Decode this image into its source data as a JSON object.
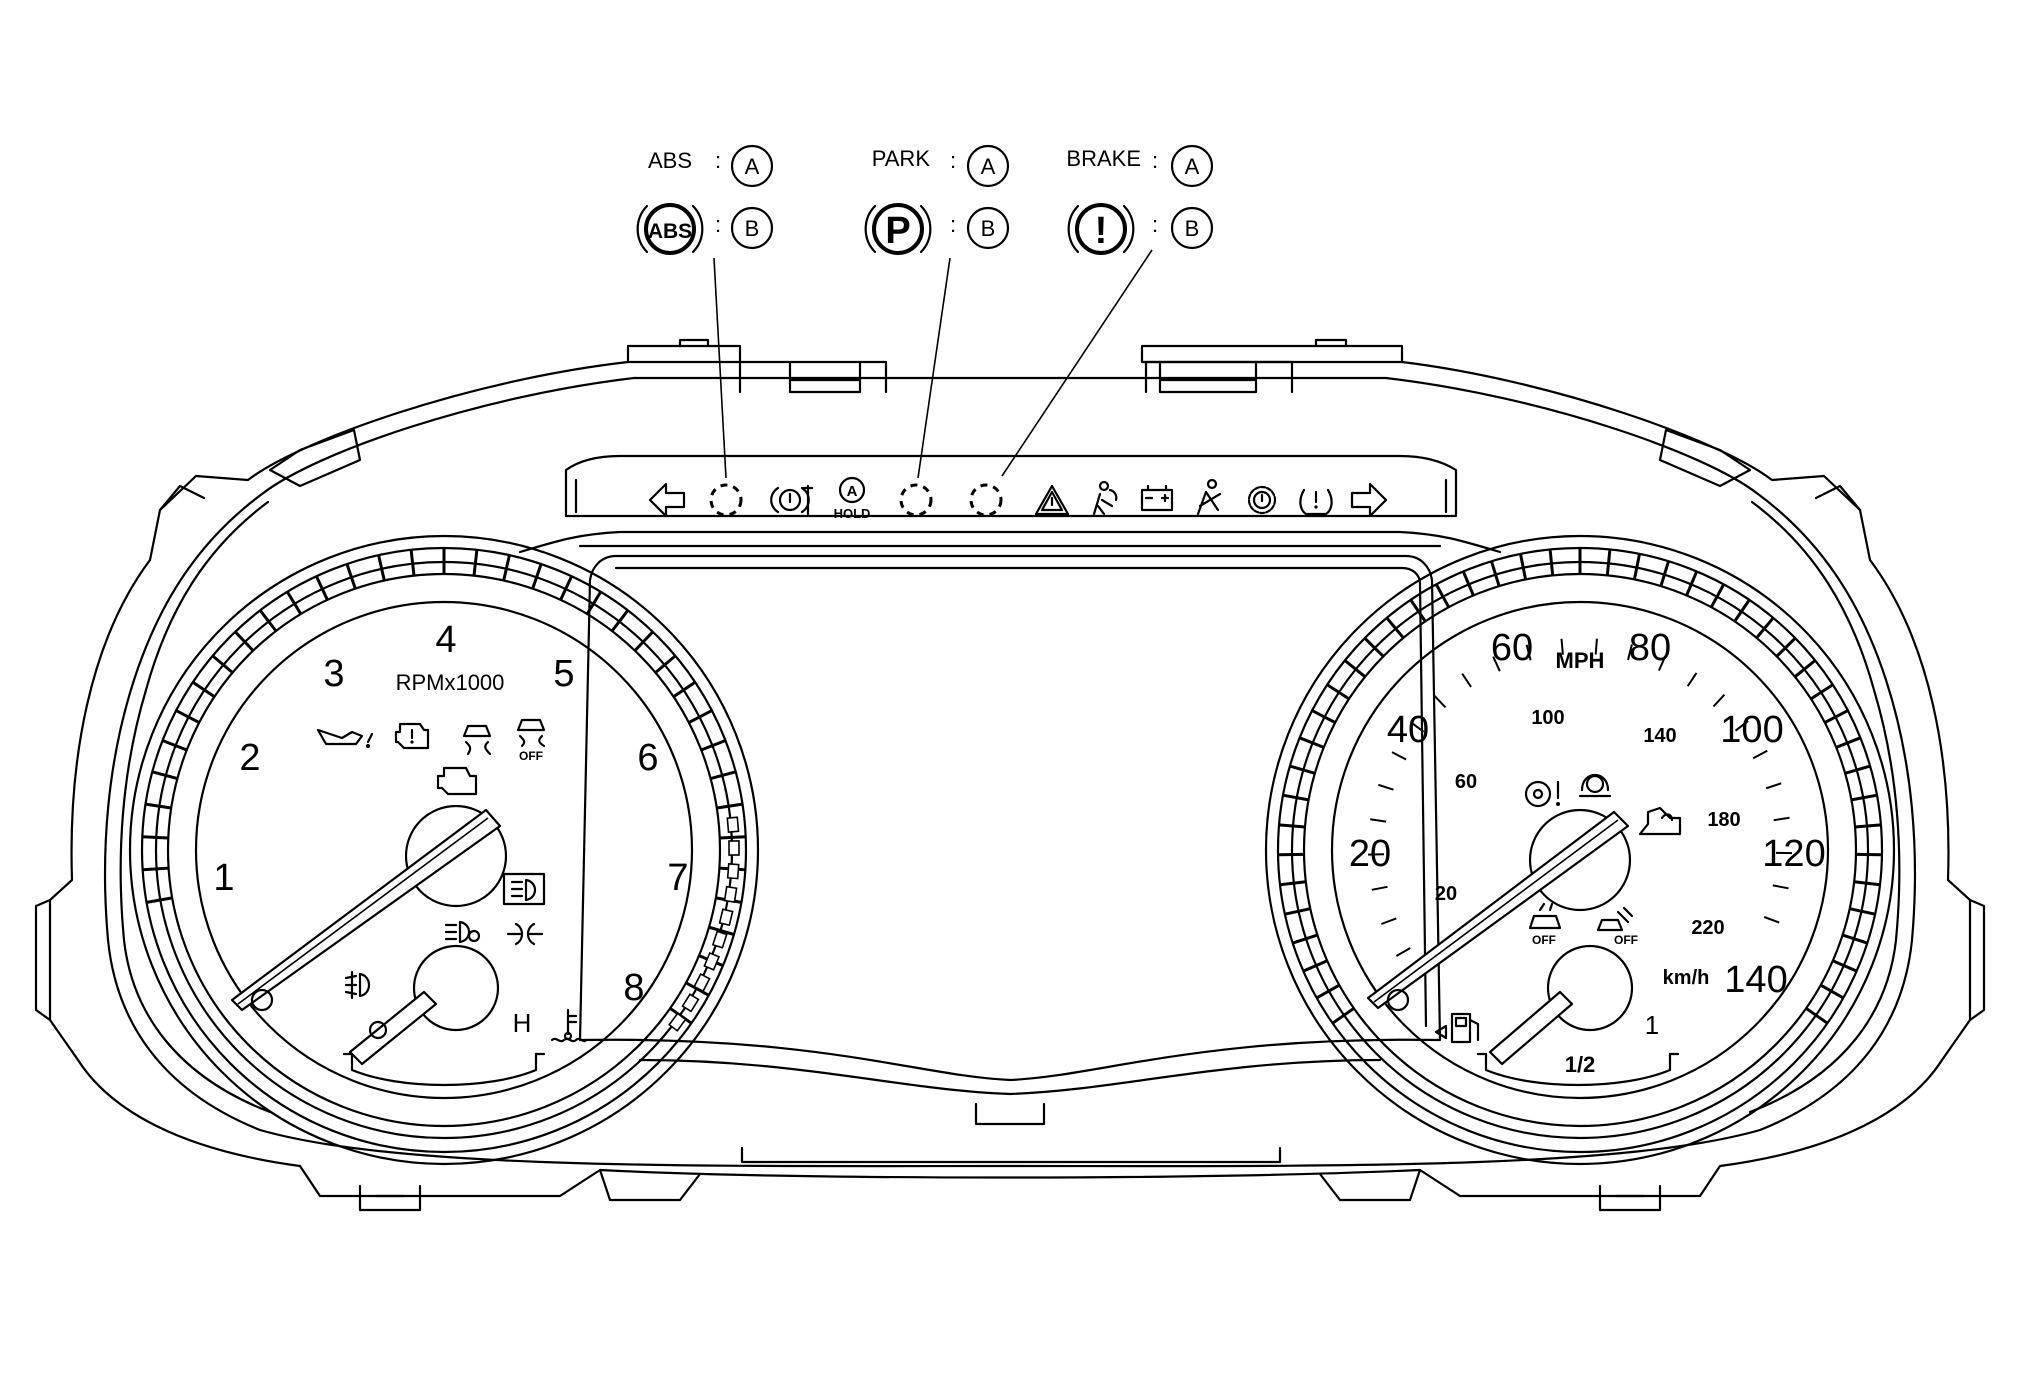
{
  "legend": [
    {
      "name": "ABS",
      "colon": ":",
      "a": "A",
      "b": "B",
      "symbol": "ABS"
    },
    {
      "name": "PARK",
      "colon": ":",
      "a": "A",
      "b": "B",
      "symbol": "P"
    },
    {
      "name": "BRAKE",
      "colon": ":",
      "a": "A",
      "b": "B",
      "symbol": "!"
    }
  ],
  "tachometer": {
    "label": "RPMx1000",
    "scale": [
      "1",
      "2",
      "3",
      "4",
      "5",
      "6",
      "7",
      "8"
    ],
    "temp_label": "H"
  },
  "telltale_strip": {
    "hold_label": "HOLD",
    "hold_letter": "A"
  },
  "indicators": {
    "off": "OFF"
  },
  "speedometer": {
    "mph_label": "MPH",
    "kmh_label": "km/h",
    "mph_scale": [
      "20",
      "40",
      "60",
      "80",
      "100",
      "120",
      "140"
    ],
    "kmh_scale": [
      "20",
      "60",
      "100",
      "140",
      "180",
      "220"
    ],
    "fuel_half": "1/2",
    "fuel_full": "1"
  }
}
